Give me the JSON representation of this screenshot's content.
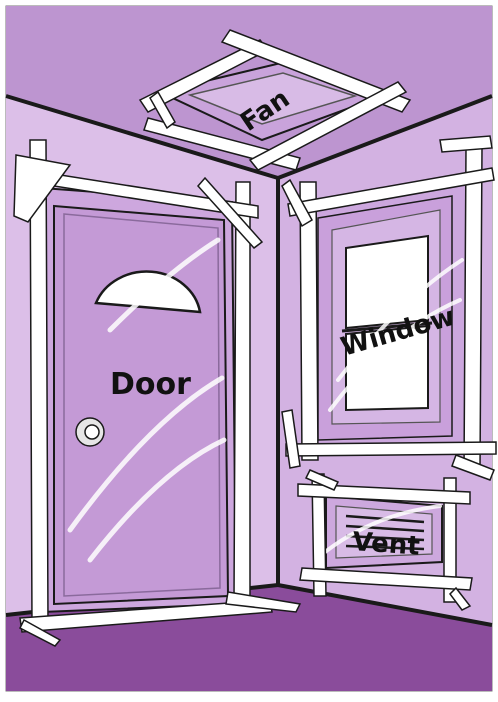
{
  "labels": {
    "fan": "Fan",
    "door": "Door",
    "window": "Window",
    "vent": "Vent"
  },
  "colors": {
    "wall_left": "#d9b8e6",
    "wall_right": "#cfaede",
    "ceiling": "#bf97d2",
    "floor": "#8e4f9e",
    "outline": "#1a1a1a",
    "tape": "#ffffff",
    "door": "#c8a0d8",
    "glass": "#f3ecf7"
  },
  "icons": [
    "fan-icon",
    "door-icon",
    "window-icon",
    "vent-icon",
    "doorknob-icon"
  ]
}
